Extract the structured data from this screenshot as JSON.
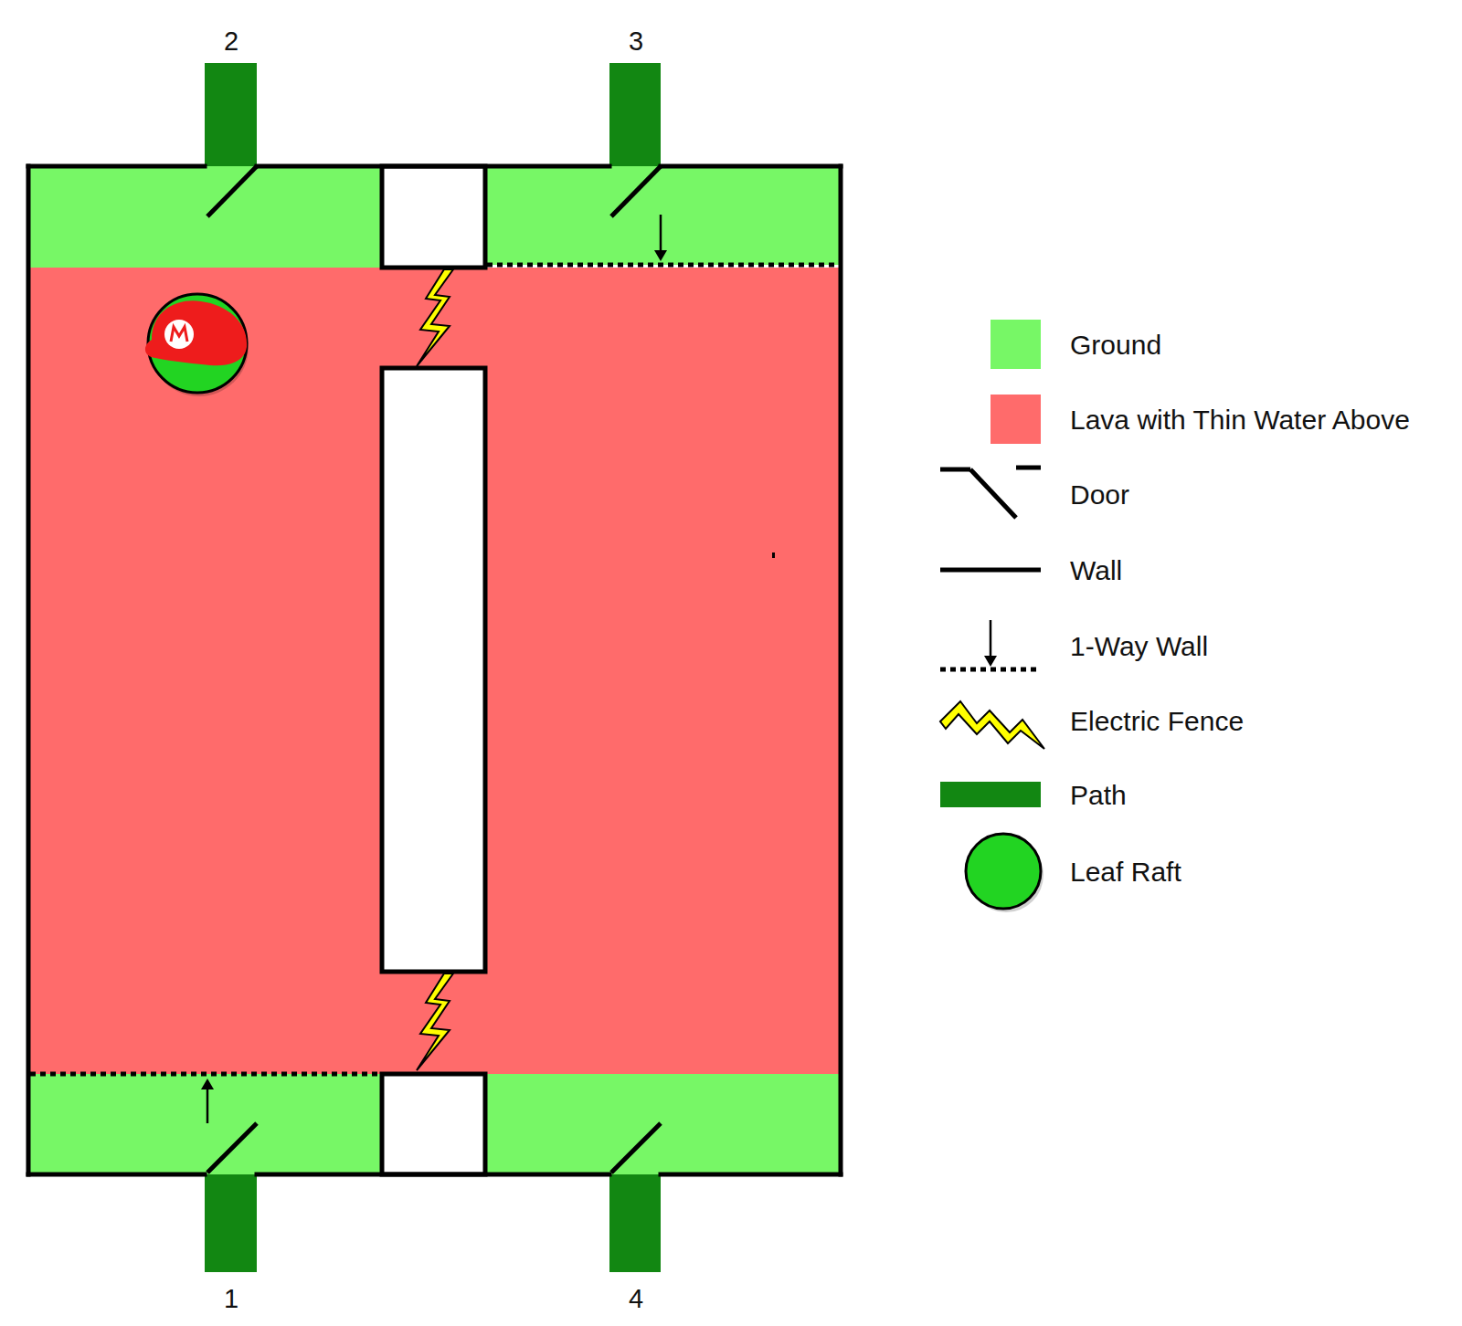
{
  "diagram": {
    "labels": [
      "2",
      "3",
      "1",
      "4"
    ],
    "legend": [
      {
        "text": "Ground",
        "color": "#77f766"
      },
      {
        "text": "Lava with Thin Water Above",
        "color": "#ff6b6b"
      },
      {
        "text": "Door"
      },
      {
        "text": "Wall"
      },
      {
        "text": "1-Way Wall"
      },
      {
        "text": "Electric Fence"
      },
      {
        "text": "Path",
        "color": "#128712"
      },
      {
        "text": "Leaf Raft"
      }
    ]
  }
}
